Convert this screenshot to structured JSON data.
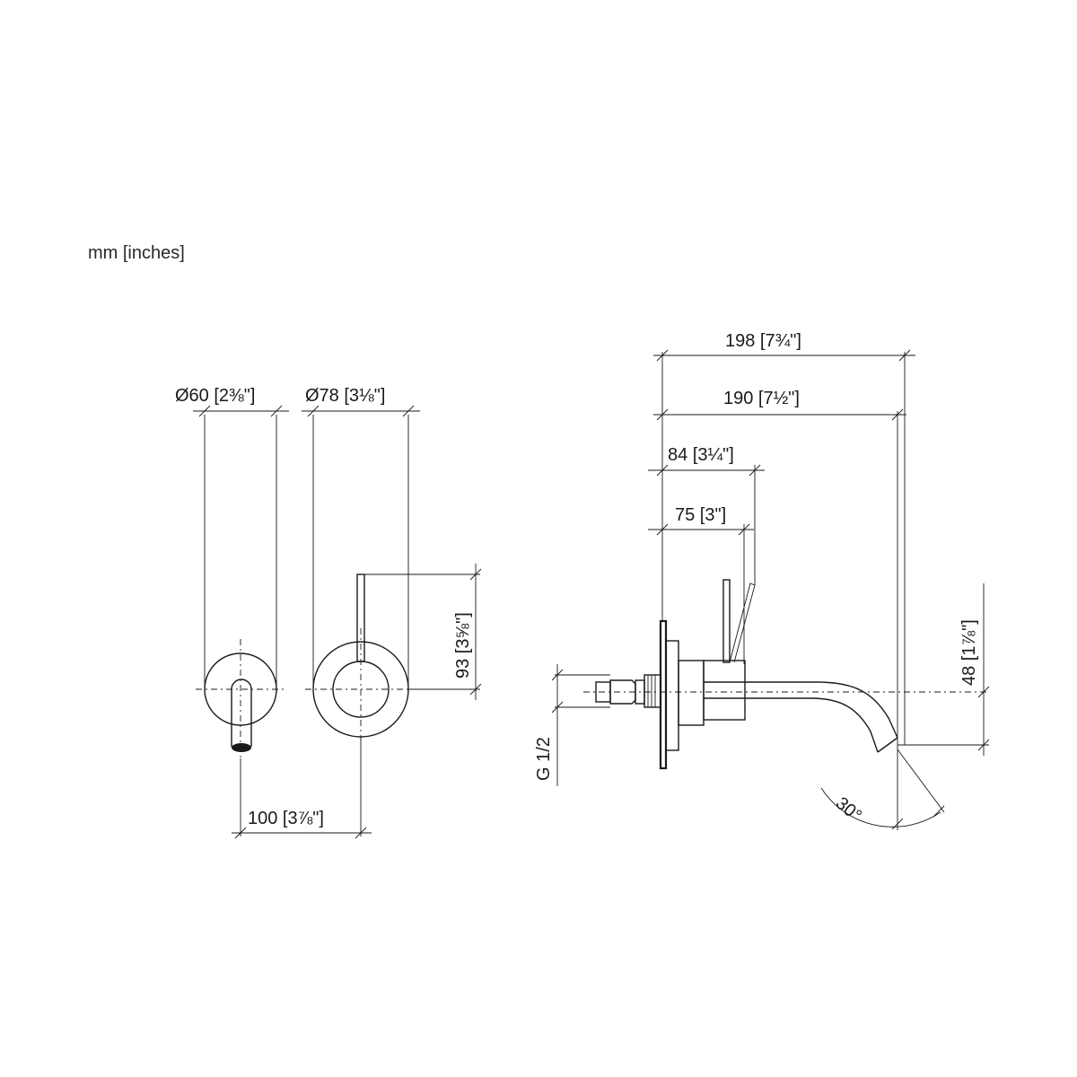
{
  "units_label": "mm [inches]",
  "dimensions": {
    "front_rosette_spout": "Ø60 [2⅜\"]",
    "front_rosette_lever": "Ø78 [3⅛\"]",
    "lever_height": "93 [3⅝\"]",
    "center_distance": "100 [3⅞\"]",
    "total_projection": "198 [7¾\"]",
    "spout_projection": "190 [7½\"]",
    "lever_projection_max": "84 [3¼\"]",
    "lever_projection": "75 [3\"]",
    "spout_height": "48 [1⅞\"]",
    "connection": "G 1/2",
    "spout_angle": "30°"
  }
}
